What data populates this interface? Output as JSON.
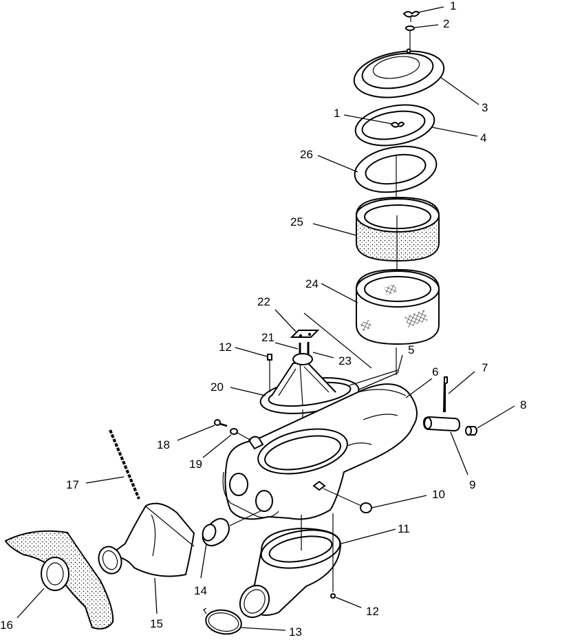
{
  "diagram": {
    "type": "exploded-parts-view",
    "callouts": [
      {
        "id": "c1a",
        "label": "1"
      },
      {
        "id": "c2",
        "label": "2"
      },
      {
        "id": "c3",
        "label": "3"
      },
      {
        "id": "c1b",
        "label": "1"
      },
      {
        "id": "c4",
        "label": "4"
      },
      {
        "id": "c26",
        "label": "26"
      },
      {
        "id": "c25",
        "label": "25"
      },
      {
        "id": "c24",
        "label": "24"
      },
      {
        "id": "c22",
        "label": "22"
      },
      {
        "id": "c21",
        "label": "21"
      },
      {
        "id": "c12a",
        "label": "12"
      },
      {
        "id": "c23",
        "label": "23"
      },
      {
        "id": "c5",
        "label": "5"
      },
      {
        "id": "c6",
        "label": "6"
      },
      {
        "id": "c7",
        "label": "7"
      },
      {
        "id": "c20",
        "label": "20"
      },
      {
        "id": "c8",
        "label": "8"
      },
      {
        "id": "c18",
        "label": "18"
      },
      {
        "id": "c19",
        "label": "19"
      },
      {
        "id": "c9",
        "label": "9"
      },
      {
        "id": "c17",
        "label": "17"
      },
      {
        "id": "c10",
        "label": "10"
      },
      {
        "id": "c11",
        "label": "11"
      },
      {
        "id": "c14",
        "label": "14"
      },
      {
        "id": "c16",
        "label": "16"
      },
      {
        "id": "c15",
        "label": "15"
      },
      {
        "id": "c12b",
        "label": "12"
      },
      {
        "id": "c13",
        "label": "13"
      }
    ]
  }
}
